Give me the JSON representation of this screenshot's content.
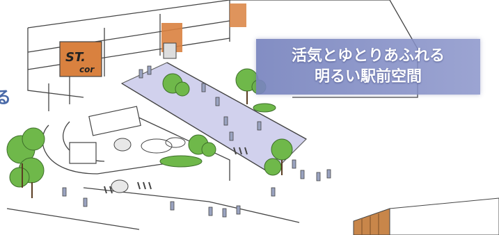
{
  "caption": {
    "line1": "活気とゆとりあふれる",
    "line2": "明るい駅前空間"
  },
  "left_edge_text": "る",
  "sign": {
    "line1": "ST.",
    "line2": "cor"
  },
  "colors": {
    "caption_bg": "#7c88c0",
    "accent_orange": "#d9813f",
    "tree_green": "#6fb84a",
    "plaza_shade": "#c9c9ea",
    "edge_text": "#4a6aa8"
  }
}
